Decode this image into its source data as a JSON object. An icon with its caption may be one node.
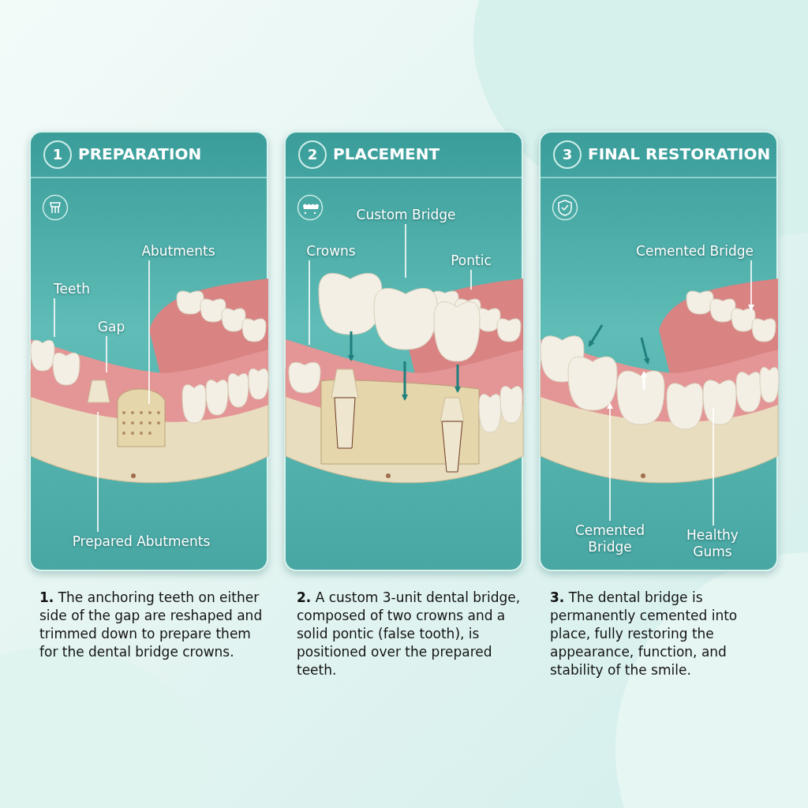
{
  "diagram": {
    "nodes": [
      {
        "text": [
          "1",
          "PREPARATION"
        ],
        "beside": [
          "**1.** The anchoring teeth on either side of the gap are reshaped and trimmed down to prepare them for the dental bridge crowns."
        ]
      },
      {
        "text": [
          "Teeth"
        ],
        "in": 0
      },
      {
        "text": [
          "Gap"
        ],
        "in": 0
      },
      {
        "text": [
          "Abutments"
        ],
        "in": 0
      },
      {
        "text": [
          "Prepared Abutments"
        ],
        "in": 0
      },
      {
        "text": [
          "2",
          "PLACEMENT"
        ],
        "beside": [
          "**2.** A custom 3-unit dental bridge, composed of two crowns and a solid pontic (false tooth), is positioned over the prepared teeth."
        ]
      },
      {
        "text": [
          "Custom Bridge"
        ],
        "in": 5
      },
      {
        "text": [
          "Crowns"
        ],
        "in": 5
      },
      {
        "text": [
          "Pontic"
        ],
        "in": 5
      },
      {
        "text": [
          "3",
          "FINAL RESTORATION"
        ],
        "beside": [
          "**3.** The dental bridge is permanently cemented into place, fully restoring the appearance, function, and stability of the smile."
        ]
      },
      {
        "text": [
          "Cemented Bridge"
        ],
        "in": 9
      },
      {
        "text": [
          "Cemented Bridge"
        ],
        "in": 9
      },
      {
        "text": [
          "Healthy Gums"
        ],
        "in": 9
      }
    ],
    "edges": [
      {
        "from": 1,
        "to": null,
        "arrow": "none"
      },
      {
        "from": 2,
        "to": null,
        "arrow": "none"
      },
      {
        "from": 3,
        "to": null,
        "arrow": "none"
      },
      {
        "from": 4,
        "to": null,
        "arrow": "none"
      },
      {
        "from": 6,
        "to": null,
        "arrow": "none"
      },
      {
        "from": 7,
        "to": null,
        "arrow": "none"
      },
      {
        "from": 8,
        "to": null,
        "arrow": "none"
      },
      {
        "from": 10,
        "to": null,
        "arrow": "to"
      },
      {
        "from": 11,
        "to": null,
        "arrow": "to"
      },
      {
        "from": 12,
        "to": null,
        "arrow": "none"
      }
    ]
  }
}
